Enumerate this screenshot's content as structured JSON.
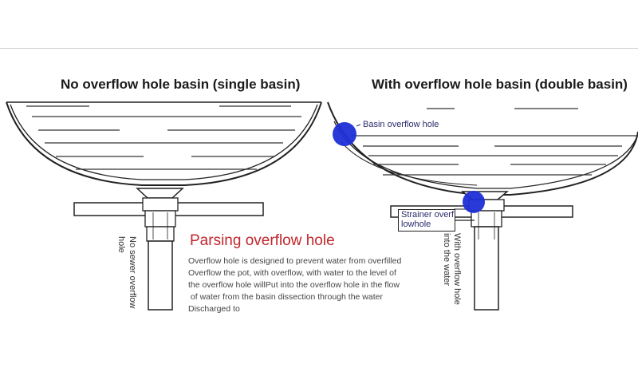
{
  "titles": {
    "left": "No overflow hole basin (single basin)",
    "right": "With overflow hole basin (double basin)"
  },
  "callouts": {
    "basin_overflow_hole": "Basin overflow hole",
    "strainer_line1": "Strainer overf",
    "strainer_line2": "lowhole"
  },
  "vertical_labels": {
    "no_sewer_line1": "No sewer overflow",
    "no_sewer_line2": "hole",
    "with_overflow_line1": "With overflow hole",
    "with_overflow_line2": "into the water"
  },
  "explanation": {
    "heading": "Parsing overflow hole",
    "lines": [
      "Overflow hole is designed to prevent water from overfilled",
      "Overflow the pot, with overflow, with water to the level of",
      "the overflow hole willPut into the overflow hole in the flow",
      " of water from the basin dissection through the water",
      "Discharged to"
    ]
  },
  "colors": {
    "marker_blue": "#1f2fd6",
    "heading_red": "#c0272d"
  }
}
